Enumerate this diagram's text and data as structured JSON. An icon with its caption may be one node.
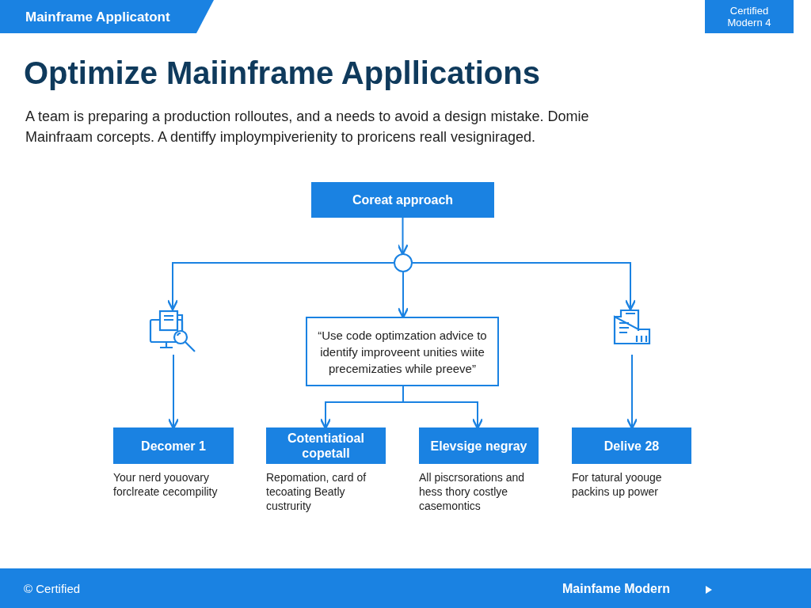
{
  "diagram": {
    "title": "Optimize Maiinframe Appllications",
    "nodes": [
      {
        "text": [
          "Coreat approach"
        ]
      },
      {
        "text": [],
        "shape": "circle"
      },
      {
        "text": [],
        "shape": "picture"
      },
      {
        "text": [
          "“Use code optimzation advice to identify improveent unities wiite precemizaties while preeve”"
        ]
      },
      {
        "text": [],
        "shape": "picture"
      },
      {
        "text": [
          "Decomer 1"
        ],
        "beside": [
          "Your nerd youovary forclreate cecompility"
        ]
      },
      {
        "text": [
          "Cotentiatioal copetall"
        ],
        "beside": [
          "Repomation, card of tecoating Beatly custrurity"
        ]
      },
      {
        "text": [
          "Elevsige negray"
        ],
        "beside": [
          "All piscrsorations and hess thory costlye casemontics"
        ]
      },
      {
        "text": [
          "Delive 28"
        ],
        "beside": [
          "For tatural yoouge packins up power"
        ]
      }
    ],
    "edges": [
      {
        "from": 0,
        "to": 1,
        "arrow": "to"
      },
      {
        "from": 1,
        "to": 2,
        "arrow": "to"
      },
      {
        "from": 1,
        "to": 3,
        "arrow": "to"
      },
      {
        "from": 1,
        "to": 4,
        "arrow": "to"
      },
      {
        "from": 2,
        "to": 5,
        "arrow": "to"
      },
      {
        "from": 3,
        "to": 6,
        "arrow": "to"
      },
      {
        "from": 3,
        "to": 7,
        "arrow": "to"
      },
      {
        "from": 4,
        "to": 8,
        "arrow": "to"
      }
    ],
    "labels": [
      "Mainframe Applicatont",
      "Certified Modern 4",
      "A team is preparing a production rolloutes, and a needs to avoid a design mistake. Domie Mainfraam corcepts. A dentiffy imploympiverienity to proricens reall vesigniraged.",
      "© Certified",
      "Mainfame Modern"
    ]
  }
}
